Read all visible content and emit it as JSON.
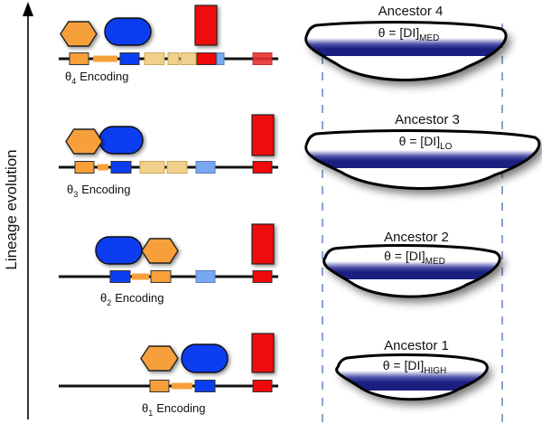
{
  "axis": {
    "label": "Lineage evolution",
    "direction": "up"
  },
  "colors": {
    "orange": "#f7a03a",
    "blue": "#0a3ef0",
    "red": "#ee0a0a",
    "tan": "#f0d08a",
    "light_blue": "#7aa8f0",
    "dorsal_band": "#1a1f80",
    "dash_line": "#3a66b8"
  },
  "rows": [
    {
      "id": 4,
      "encoding_label": "Encoding",
      "theta_symbol": "θ",
      "theta_subscript": "4",
      "ancestor_title": "Ancestor 4",
      "theta_eq": "θ = [DI]",
      "level": "MED"
    },
    {
      "id": 3,
      "encoding_label": "Encoding",
      "theta_symbol": "θ",
      "theta_subscript": "3",
      "ancestor_title": "Ancestor 3",
      "theta_eq": "θ = [DI]",
      "level": "LO"
    },
    {
      "id": 2,
      "encoding_label": "Encoding",
      "theta_symbol": "θ",
      "theta_subscript": "2",
      "ancestor_title": "Ancestor 2",
      "theta_eq": "θ = [DI]",
      "level": "MED"
    },
    {
      "id": 1,
      "encoding_label": "Encoding",
      "theta_symbol": "θ",
      "theta_subscript": "1",
      "ancestor_title": "Ancestor 1",
      "theta_eq": "θ = [DI]",
      "level": "HIGH"
    }
  ]
}
